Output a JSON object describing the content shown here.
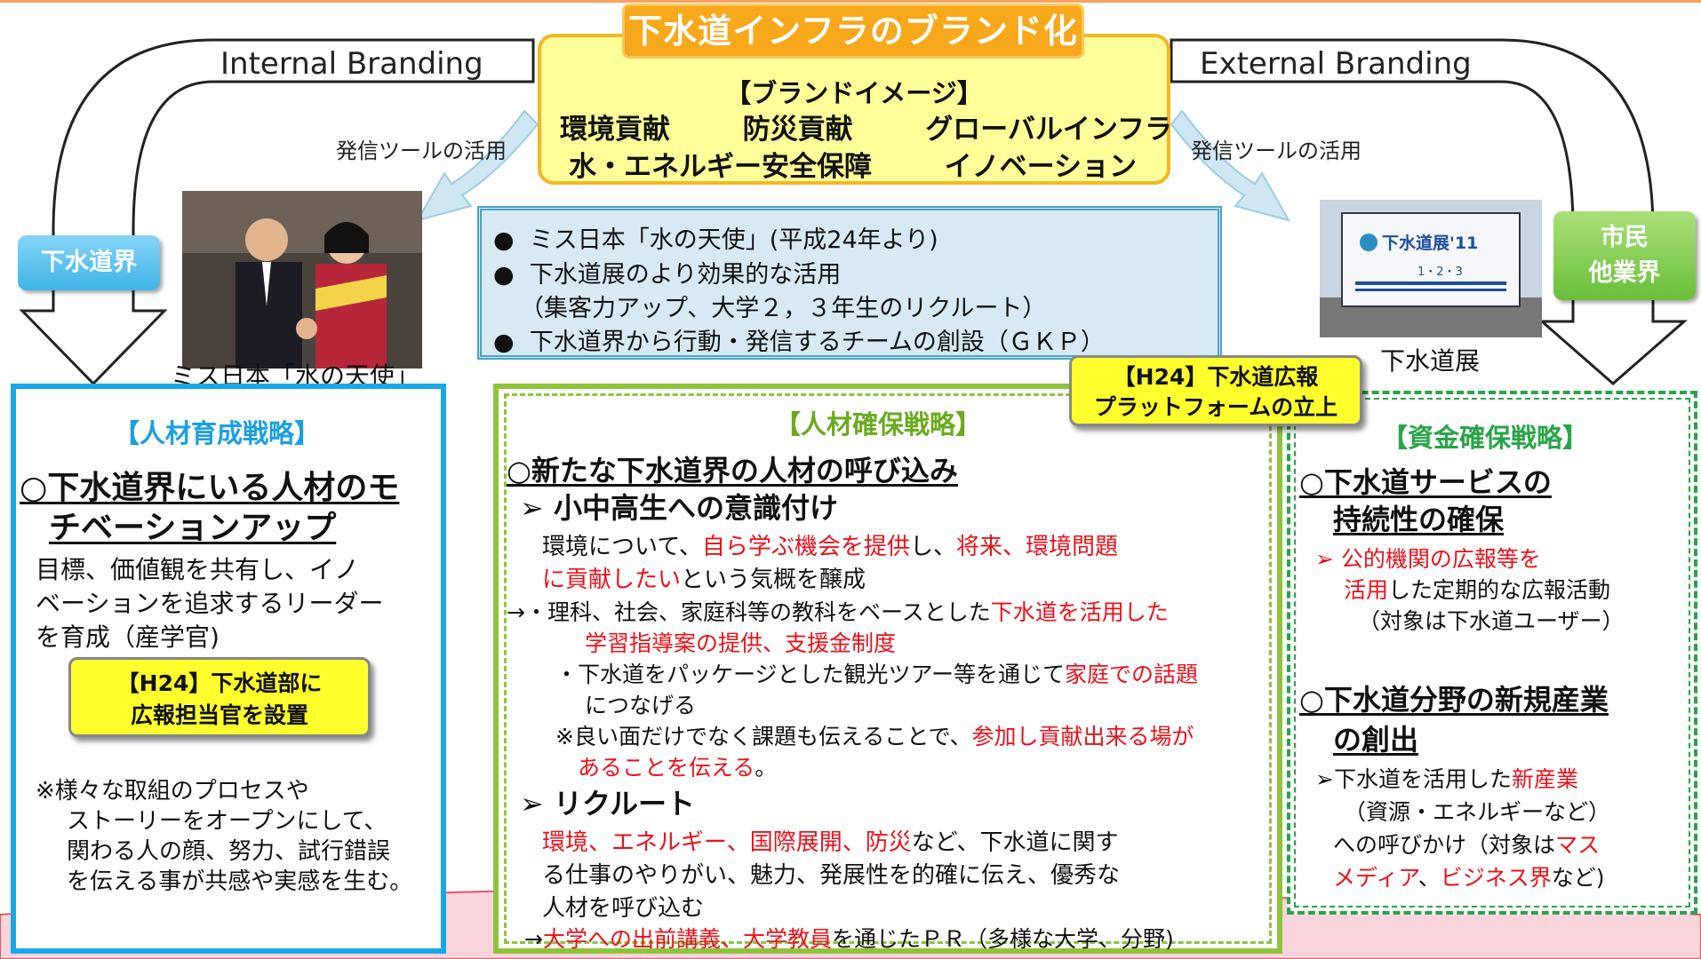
{
  "header": {
    "title": "下水道インフラのブランド化",
    "internal_branding": "Internal Branding",
    "external_branding": "External Branding",
    "tool_left": "発信ツールの活用",
    "tool_right": "発信ツールの活用"
  },
  "brand_image": {
    "heading": "【ブランドイメージ】",
    "item1": "環境貢献",
    "item2": "防災貢献",
    "item3": "グローバルインフラ",
    "item4": "水・エネルギー安全保障",
    "item5": "イノベーション"
  },
  "tags": {
    "left": "下水道界",
    "right_line1": "市民",
    "right_line2": "他業界"
  },
  "info": {
    "line1": "ミス日本「水の天使」(平成24年より)",
    "line2": "下水道展のより効果的な活用",
    "line3": "（集客力アップ、大学２，３年生のリクルート）",
    "line4": "下水道界から行動・発信するチームの創設（ＧＫＰ）"
  },
  "photos": {
    "left_caption": "ミス日本「水の天使」",
    "right_caption": "下水道展",
    "expo_sign": "下水道展'11",
    "expo_dates": "1・2・3"
  },
  "panel_left": {
    "title": "【人材育成戦略】",
    "heading_line1": "○下水道界にいる人材のモ",
    "heading_line2": "チベーションアップ",
    "body1": "目標、価値観を共有し、イノ",
    "body2": "ベーションを追求するリーダー",
    "body3": "を育成（産学官)",
    "badge_line1": "【H24】下水道部に",
    "badge_line2": "広報担当官を設置",
    "note1": "※様々な取組のプロセスや",
    "note2": "ストーリーをオープンにして、",
    "note3": "関わる人の顔、努力、試行錯誤",
    "note4": "を伝える事が共感や実感を生む。"
  },
  "panel_mid": {
    "badge_line1": "【H24】下水道広報",
    "badge_line2": "プラットフォームの立上",
    "title": "【人材確保戦略】",
    "heading": "○新たな下水道界の人材の呼び込み",
    "sub1": "➢ 小中高生への意識付け",
    "p1a": "環境について、",
    "p1b": "自ら学ぶ機会を提供",
    "p1c": "し、",
    "p1d": "将来、環境問題",
    "p1e": "に貢献したい",
    "p1f": "という気概を醸成",
    "p2a": "→・理科、社会、家庭科等の教科をベースとした",
    "p2b": "下水道を活用した",
    "p2c": "学習指導案の提供、支援金制度",
    "p3a": "・下水道をパッケージとした観光ツアー等を通じて",
    "p3b": "家庭での話題",
    "p3c": "につなげる",
    "p4a": "※良い面だけでなく課題も伝えることで、",
    "p4b": "参加し貢献出来る場が",
    "p4c": "あることを伝える",
    "p4d": "。",
    "sub2": "➢ リクルート",
    "p5a": "環境、エネルギー、国際展開、防災",
    "p5b": "など、下水道に関す",
    "p5c": "る仕事のやりがい、魅力、発展性を的確に伝え、優秀な",
    "p5d": "人材を呼び込む",
    "p6a": "→",
    "p6b": "大学への出前講義",
    "p6c": "、",
    "p6d": "大学教員",
    "p6e": "を通じたＰＲ（多様な大学、分野)"
  },
  "panel_right": {
    "title": "【資金確保戦略】",
    "h1_line1": "○下水道サービスの",
    "h1_line2": "持続性の確保",
    "r1a": "➢ 公的機関の広報等を",
    "r1b": "活用",
    "r1c": "した定期的な広報活動",
    "r1d": "（対象は下水道ユーザー）",
    "h2_line1": "○下水道分野の新規産業",
    "h2_line2": "の創出",
    "r2a": "➢下水道を活用した",
    "r2b": "新産業",
    "r2c": "（資源・エネルギーなど）",
    "r2d": "への呼びかけ（対象は",
    "r2e": "マス",
    "r2f": "メディア",
    "r2g": "、",
    "r2h": "ビジネス界",
    "r2i": "など)"
  },
  "colors": {
    "accent_orange": "#f7a81b",
    "brand_yellow": "#ffff99",
    "info_blue": "#d7eaf3",
    "left_border": "#1aa7e6",
    "mid_border": "#8dc43c",
    "right_border": "#28a448",
    "highlight_red": "#e8111a"
  }
}
